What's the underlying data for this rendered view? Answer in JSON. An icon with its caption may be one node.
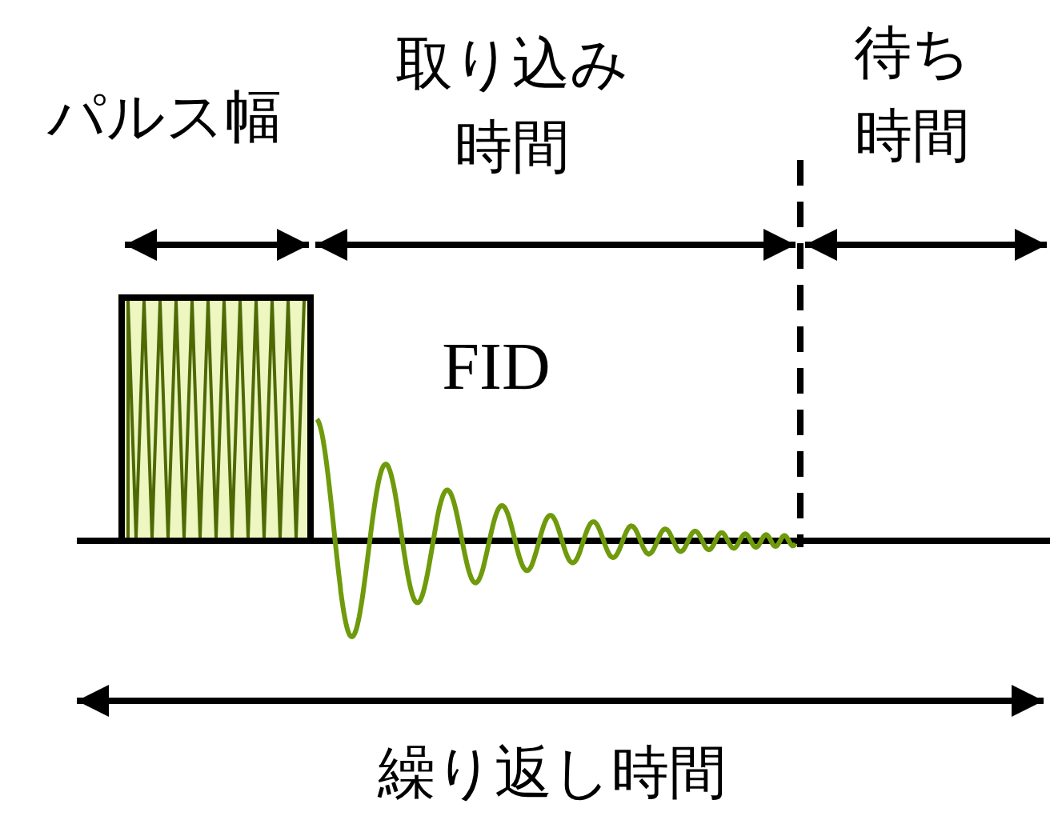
{
  "diagram": {
    "labels": [
      "パルス幅",
      "取り込み時間",
      "待ち時間",
      "FID",
      "繰り返し時間"
    ]
  }
}
